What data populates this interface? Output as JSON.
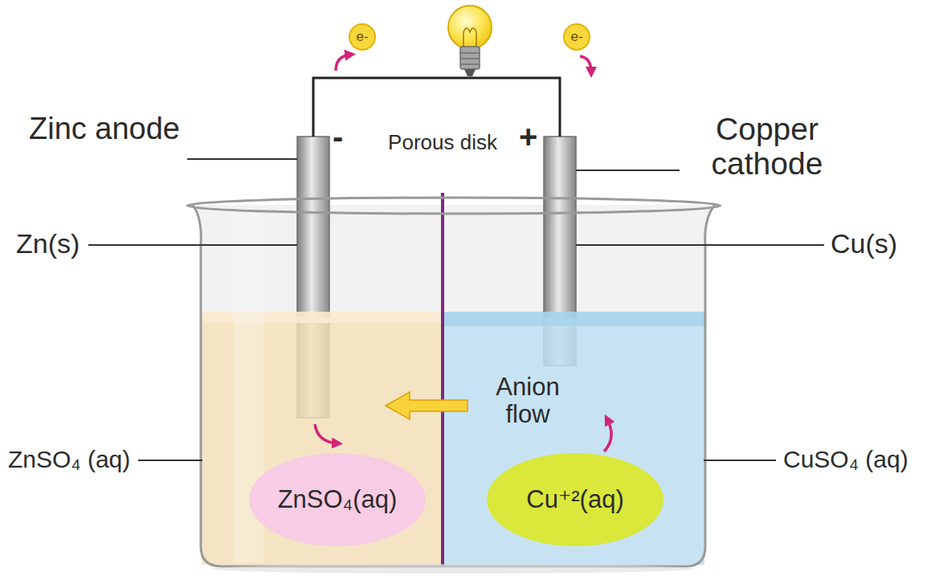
{
  "diagram": {
    "nodes": [
      {
        "text": [
          "e-"
        ]
      },
      {
        "text": [
          "e-"
        ]
      },
      {
        "text": [
          "ZnSO₄(aq)"
        ]
      },
      {
        "text": [
          "Cu⁺²(aq)"
        ]
      }
    ],
    "labels": [
      "Zinc anode",
      "-",
      "Porous disk",
      "+",
      "Copper cathode",
      "Zn(s)",
      "Cu(s)",
      "ZnSO₄ (aq)",
      "Anion flow",
      "CuSO₄ (aq)"
    ]
  }
}
